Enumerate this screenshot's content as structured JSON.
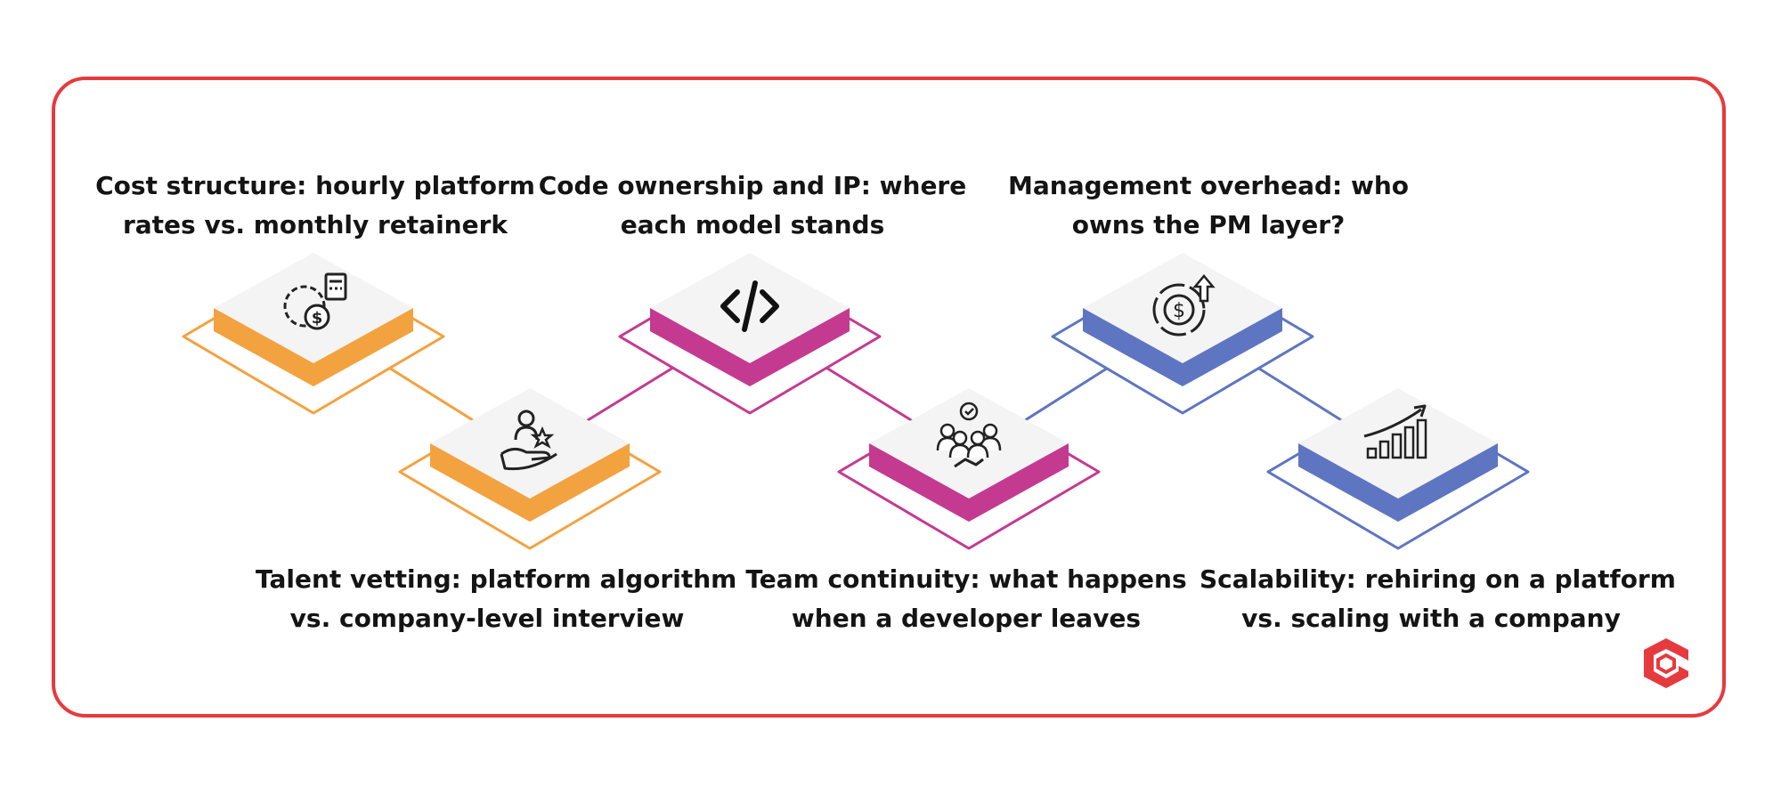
{
  "items": [
    {
      "id": "cost-structure",
      "color": "#f3a240",
      "icon": "money-gear-calculator-icon",
      "lines": [
        "Cost structure: hourly platform",
        "rates vs. monthly retainerk"
      ]
    },
    {
      "id": "talent-vetting",
      "color": "#f3a240",
      "icon": "hand-person-star-icon",
      "lines": [
        "Talent vetting: platform algorithm",
        "vs. company-level interview"
      ]
    },
    {
      "id": "code-ownership",
      "color": "#c43a91",
      "icon": "code-brackets-icon",
      "lines": [
        "Code ownership and IP: where",
        "each model stands"
      ]
    },
    {
      "id": "team-continuity",
      "color": "#c43a91",
      "icon": "team-handshake-icon",
      "lines": [
        "Team continuity: what happens",
        "when a developer leaves"
      ]
    },
    {
      "id": "management-overhead",
      "color": "#5e75c2",
      "icon": "dollar-cycle-arrow-icon",
      "lines": [
        "Management overhead: who",
        "owns the PM layer?"
      ]
    },
    {
      "id": "scalability",
      "color": "#5e75c2",
      "icon": "growth-chart-icon",
      "lines": [
        "Scalability: rehiring on a platform",
        "vs. scaling with a company"
      ]
    }
  ],
  "colors": {
    "frame": "#e63a3f",
    "orange": "#f3a240",
    "magenta": "#c43a91",
    "blue": "#5e75c2",
    "logo": "#e63a3f"
  }
}
